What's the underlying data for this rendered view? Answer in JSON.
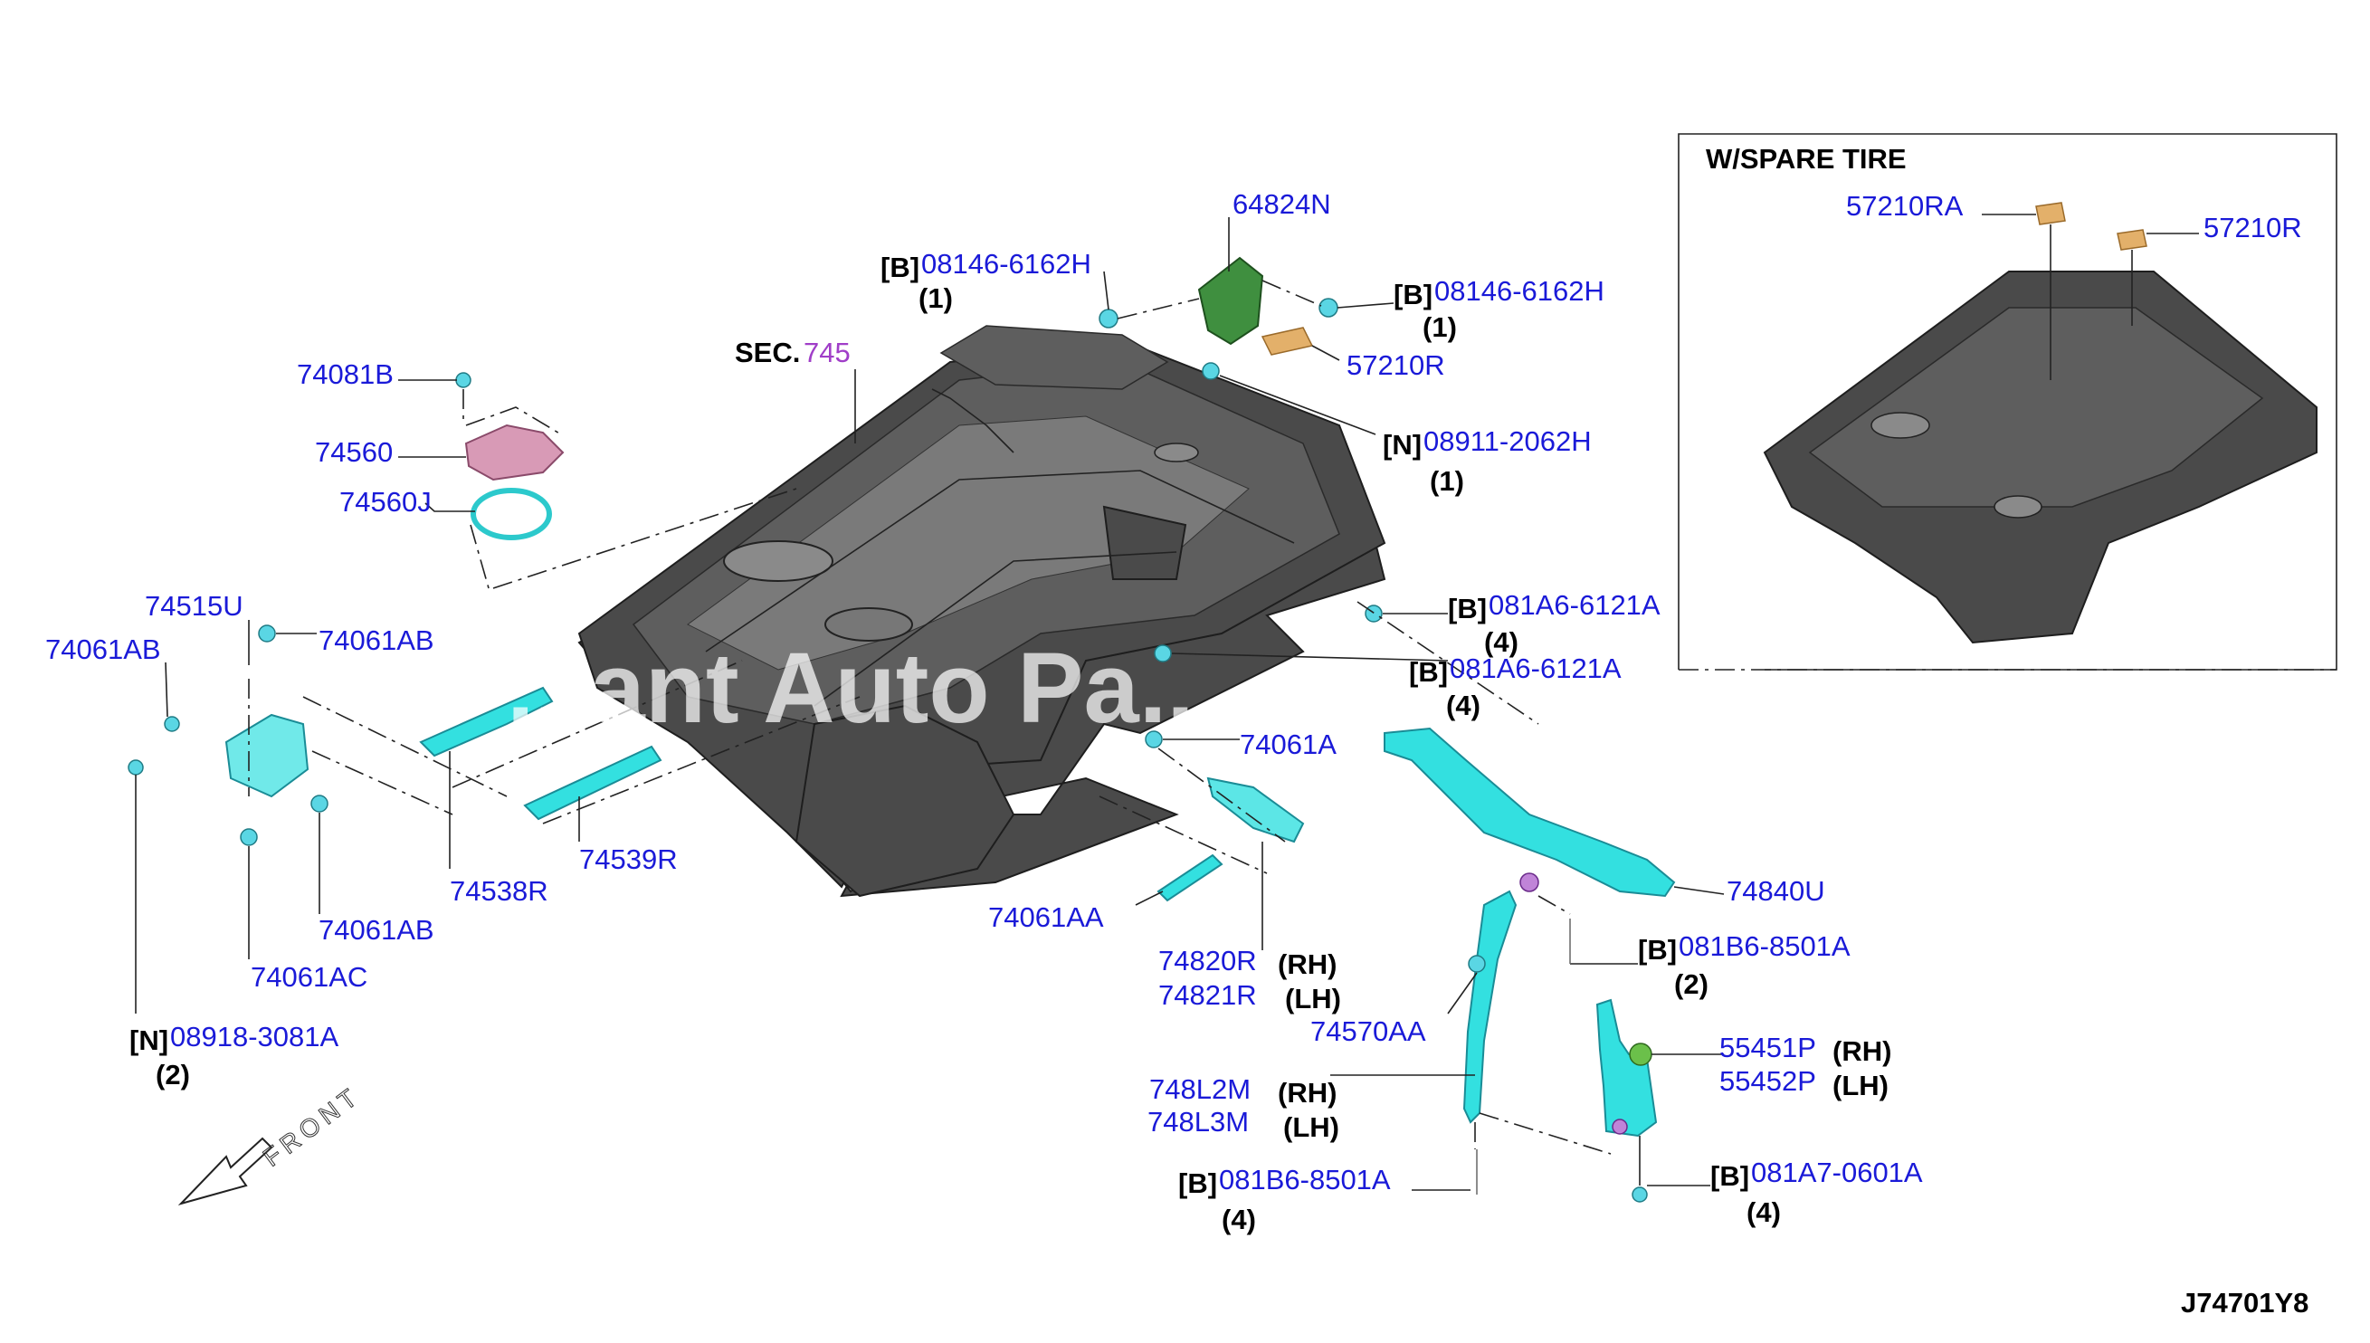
{
  "diagram_code": "J74701Y8",
  "watermark": "...ant Auto Pa...",
  "section_ref": {
    "prefix": "SEC.",
    "number": "745"
  },
  "inset": {
    "title": "W/SPARE TIRE",
    "parts": [
      "57210RA",
      "57210R"
    ]
  },
  "callouts": {
    "c64824N": {
      "part": "64824N"
    },
    "c08146_left": {
      "tag": "[B]",
      "part": "08146-6162H",
      "qty": "(1)"
    },
    "c08146_right": {
      "tag": "[B]",
      "part": "08146-6162H",
      "qty": "(1)"
    },
    "c57210R": {
      "part": "57210R"
    },
    "c08911": {
      "tag": "[N]",
      "part": "08911-2062H",
      "qty": "(1)"
    },
    "c74081B": {
      "part": "74081B"
    },
    "c74560": {
      "part": "74560"
    },
    "c74560J": {
      "part": "74560J"
    },
    "c74515U": {
      "part": "74515U"
    },
    "c74061AB_a": {
      "part": "74061AB"
    },
    "c74061AB_b": {
      "part": "74061AB"
    },
    "c74061AB_c": {
      "part": "74061AB"
    },
    "c74061AC": {
      "part": "74061AC"
    },
    "c08918": {
      "tag": "[N]",
      "part": "08918-3081A",
      "qty": "(2)"
    },
    "c74538R": {
      "part": "74538R"
    },
    "c74539R": {
      "part": "74539R"
    },
    "c081A6_a": {
      "tag": "[B]",
      "part": "081A6-6121A",
      "qty": "(4)"
    },
    "c081A6_b": {
      "tag": "[B]",
      "part": "081A6-6121A",
      "qty": "(4)"
    },
    "c74061A": {
      "part": "74061A"
    },
    "c74061AA": {
      "part": "74061AA"
    },
    "c74820R": {
      "part": "74820R",
      "side": "(RH)"
    },
    "c74821R": {
      "part": "74821R",
      "side": "(LH)"
    },
    "c74840U": {
      "part": "74840U"
    },
    "c081B6_a": {
      "tag": "[B]",
      "part": "081B6-8501A",
      "qty": "(2)"
    },
    "c74570AA": {
      "part": "74570AA"
    },
    "c55451P": {
      "part": "55451P",
      "side": "(RH)"
    },
    "c55452P": {
      "part": "55452P",
      "side": "(LH)"
    },
    "c748L2M": {
      "part": "748L2M",
      "side": "(RH)"
    },
    "c748L3M": {
      "part": "748L3M",
      "side": "(LH)"
    },
    "c081B6_b": {
      "tag": "[B]",
      "part": "081B6-8501A",
      "qty": "(4)"
    },
    "c081A7": {
      "tag": "[B]",
      "part": "081A7-0601A",
      "qty": "(4)"
    }
  },
  "front_indicator": "FRONT",
  "colors": {
    "part_number": "#1a1ad8",
    "section_ref": "#a03ec8",
    "bracket_part": "#33e0e0",
    "floor_panel": "#4a4a4a"
  }
}
